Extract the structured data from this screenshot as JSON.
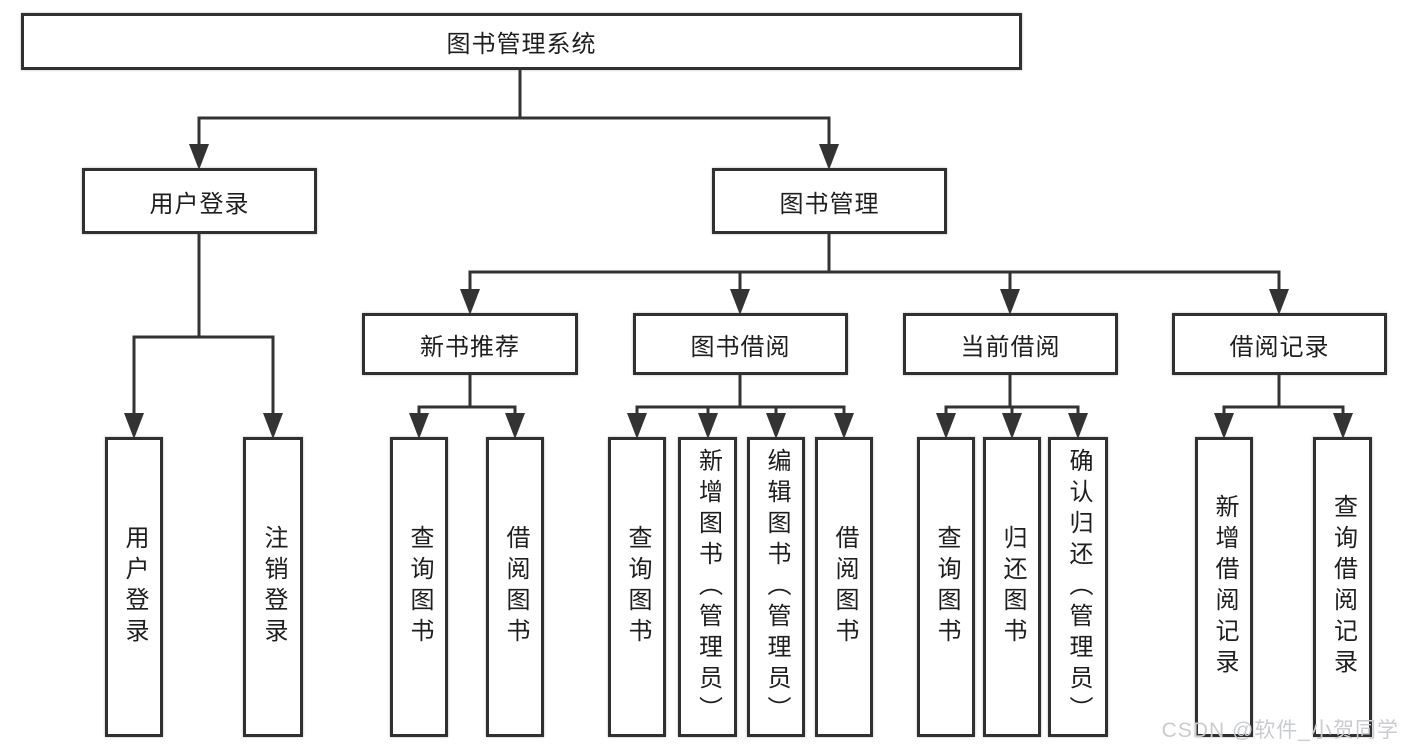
{
  "nodes": {
    "root": "图书管理系统",
    "user_login_group": "用户登录",
    "book_mgmt": "图书管理",
    "new_book_rec": "新书推荐",
    "book_borrow": "图书借阅",
    "current_borrow": "当前借阅",
    "borrow_records": "借阅记录",
    "leaf_user_login": "用户登录",
    "leaf_logout": "注销登录",
    "leaf_nbr_query": "查询图书",
    "leaf_nbr_borrow": "借阅图书",
    "leaf_bb_query": "查询图书",
    "leaf_bb_add": "新增图书（管理员）",
    "leaf_bb_edit": "编辑图书（管理员）",
    "leaf_bb_borrow": "借阅图书",
    "leaf_cb_query": "查询图书",
    "leaf_cb_return": "归还图书",
    "leaf_cb_confirm": "确认归还（管理员）",
    "leaf_br_add": "新增借阅记录",
    "leaf_br_query": "查询借阅记录"
  },
  "watermark": "CSDN @软件_小贺同学",
  "colors": {
    "line": "#333333",
    "box_border": "#303030",
    "text": "#1e1e1e",
    "watermark": "#c9cbce",
    "background": "#ffffff"
  }
}
